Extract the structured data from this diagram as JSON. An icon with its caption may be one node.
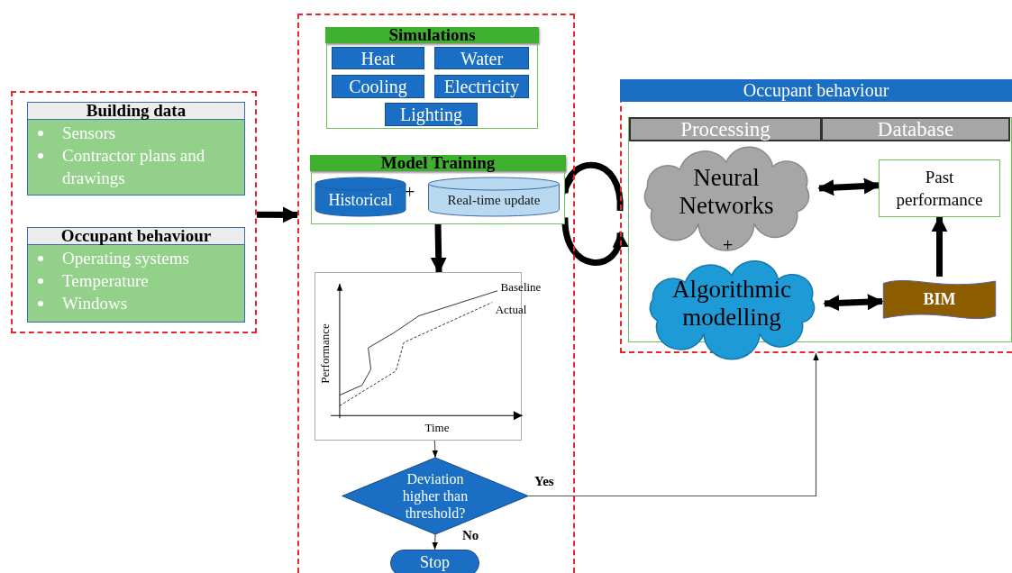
{
  "diagram": {
    "nodes": [
      {
        "text": [],
        "shape": "box"
      },
      {
        "text": [
          "Building data",
          "Sensors",
          "Contractor plans and drawings"
        ],
        "in": 0
      },
      {
        "text": [
          "Occupant behaviour",
          "Operating systems",
          "Temperature",
          "Windows"
        ],
        "in": 0
      },
      {
        "text": [],
        "shape": "box"
      },
      {
        "text": [
          "Simulations"
        ],
        "in": 3
      },
      {
        "text": [
          "Heat"
        ],
        "in": 4
      },
      {
        "text": [
          "Water"
        ],
        "in": 4
      },
      {
        "text": [
          "Cooling"
        ],
        "in": 4
      },
      {
        "text": [
          "Electricity"
        ],
        "in": 4
      },
      {
        "text": [
          "Lighting"
        ],
        "in": 4
      },
      {
        "text": [
          "Model Training"
        ],
        "in": 3
      },
      {
        "text": [
          "Historical"
        ],
        "in": 10
      },
      {
        "text": [
          "Real-time update"
        ],
        "in": 10
      },
      {
        "text": [
          "Performance",
          "Time",
          "Baseline",
          "Actual"
        ],
        "in": 3
      },
      {
        "text": [
          "Deviation higher than threshold?"
        ],
        "in": 3
      },
      {
        "text": [
          "Stop"
        ],
        "in": 3
      },
      {
        "text": [
          "Occupant behaviour"
        ]
      },
      {
        "text": [
          "Processing",
          "Database"
        ],
        "in": 16
      },
      {
        "text": [
          "Neural Networks"
        ],
        "in": 17
      },
      {
        "text": [
          "Past performance"
        ],
        "in": 17
      },
      {
        "text": [
          "Algorithmic modelling"
        ],
        "in": 17
      },
      {
        "text": [
          "BIM"
        ],
        "in": 17
      }
    ],
    "edges": [
      {
        "from": 0,
        "to": 3,
        "arrow": "to"
      },
      {
        "from": 10,
        "to": 13,
        "arrow": "to"
      },
      {
        "from": 13,
        "to": 14,
        "arrow": "to"
      },
      {
        "from": 14,
        "to": 15,
        "arrow": "to",
        "label": "No"
      },
      {
        "from": 14,
        "to": 16,
        "arrow": "to",
        "label": "Yes"
      },
      {
        "from": 16,
        "to": 10,
        "arrow": "to"
      },
      {
        "from": 10,
        "to": 16,
        "arrow": "to"
      },
      {
        "from": 18,
        "to": 19,
        "arrow": "both"
      },
      {
        "from": 20,
        "to": 21,
        "arrow": "both"
      },
      {
        "from": 21,
        "to": 19,
        "arrow": "to"
      }
    ],
    "labels": [
      "+",
      "+"
    ]
  }
}
